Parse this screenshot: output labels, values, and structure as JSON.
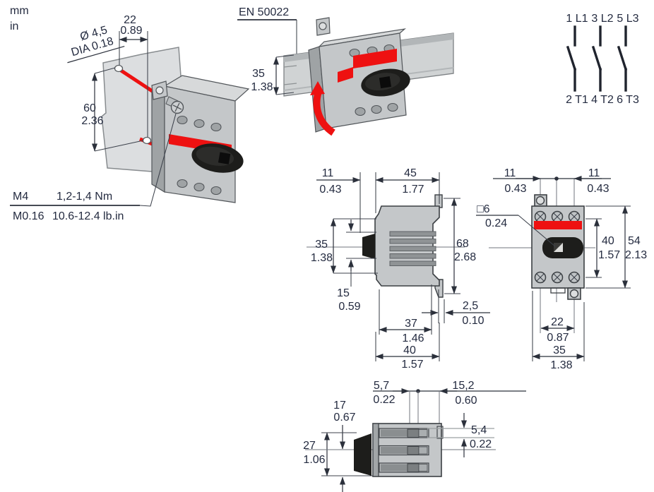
{
  "units": {
    "metric": "mm",
    "imperial": "in"
  },
  "colors": {
    "red": "#ee1111",
    "ink": "#242b40",
    "body_gray": "#c4c7c9",
    "dark_gray": "#9fa3a5",
    "wall_gray": "#dcdee0"
  },
  "wall_mount": {
    "hole_diameter": {
      "mm": "Ø 4,5",
      "in": "DIA 0.18"
    },
    "edge_offset": {
      "mm": "22",
      "in": "0.89"
    },
    "hole_spacing": {
      "mm": "60",
      "in": "2.36"
    },
    "screw": {
      "mm": "M4",
      "in": "M0.16"
    },
    "torque": {
      "mm": "1,2-1,4 Nm",
      "in": "10.6-12.4 lb.in"
    }
  },
  "din_rail": {
    "standard": "EN 50022",
    "rail_height": {
      "mm": "35",
      "in": "1.38"
    }
  },
  "circuit": {
    "poles": [
      {
        "top": "1 L1",
        "bottom": "2 T1"
      },
      {
        "top": "3 L2",
        "bottom": "4 T2"
      },
      {
        "top": "5 L3",
        "bottom": "6 T3"
      }
    ]
  },
  "side_view": {
    "handle_depth": {
      "mm": "11",
      "in": "0.43"
    },
    "body_depth": {
      "mm": "45",
      "in": "1.77"
    },
    "handle_height": {
      "mm": "35",
      "in": "1.38"
    },
    "handle_center": {
      "mm": "15",
      "in": "0.59"
    },
    "total_height": {
      "mm": "68",
      "in": "2.68"
    },
    "rail_clip": {
      "mm": "2,5",
      "in": "0.10"
    },
    "lower_depth": {
      "mm": "37",
      "in": "1.46"
    },
    "base_depth": {
      "mm": "40",
      "in": "1.57"
    }
  },
  "front_view": {
    "left_hole_offset": {
      "mm": "11",
      "in": "0.43"
    },
    "right_hole_offset": {
      "mm": "11",
      "in": "0.43"
    },
    "handle_square": {
      "mm": "□6",
      "in": "0.24"
    },
    "terminal_spacing": {
      "mm": "40",
      "in": "1.57"
    },
    "body_height": {
      "mm": "54",
      "in": "2.13"
    },
    "hole_spacing": {
      "mm": "22",
      "in": "0.87"
    },
    "body_width": {
      "mm": "35",
      "in": "1.38"
    }
  },
  "top_view": {
    "slot_offset": {
      "mm": "5,7",
      "in": "0.22"
    },
    "slot_depth": {
      "mm": "15,2",
      "in": "0.60"
    },
    "center_offset": {
      "mm": "17",
      "in": "0.67"
    },
    "handle_width": {
      "mm": "27",
      "in": "1.06"
    },
    "slot_height": {
      "mm": "5,4",
      "in": "0.22"
    }
  }
}
